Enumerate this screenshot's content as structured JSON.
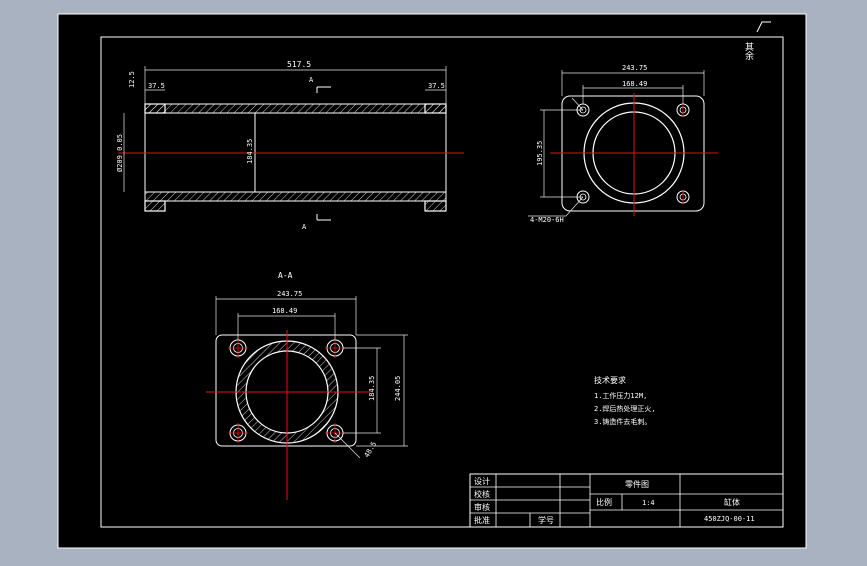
{
  "drawing": {
    "colors": {
      "background": "#a8b2c0",
      "paper": "#000000",
      "outline": "#ffffff",
      "centerline": "#e01414",
      "dimension": "#e8e8e8"
    },
    "corner_mark": "其余",
    "side_view": {
      "total_length": "517.5",
      "left_flange": "37.5",
      "right_flange": "37.5",
      "wall": "12.5",
      "outer_diameter": "Ø209 0.05",
      "inner_dim": "184.35",
      "section_label_top": "A",
      "section_label_bottom": "A"
    },
    "end_view": {
      "width": "243.75",
      "bolt_spacing": "168.49",
      "height": "195.35",
      "hole_note": "4-M20-6H"
    },
    "section_view": {
      "title": "A-A",
      "width": "243.75",
      "bolt_spacing": "168.49",
      "inner": "184.35",
      "height": "244.05",
      "chamfer": "48.5"
    },
    "tech_notes": {
      "heading": "技术要求",
      "items": [
        "1.工作压力12M,",
        "2.焊后热处理正火,",
        "3.铸造件去毛刺。"
      ]
    },
    "title_block": {
      "design": "设计",
      "check": "校核",
      "audit": "审核",
      "approve": "批准",
      "part_drawing": "零件图",
      "scale_label": "比例",
      "scale_value": "1:4",
      "part_name": "缸体",
      "drawing_no": "450ZJQ-00-11",
      "seal": "学号"
    }
  }
}
